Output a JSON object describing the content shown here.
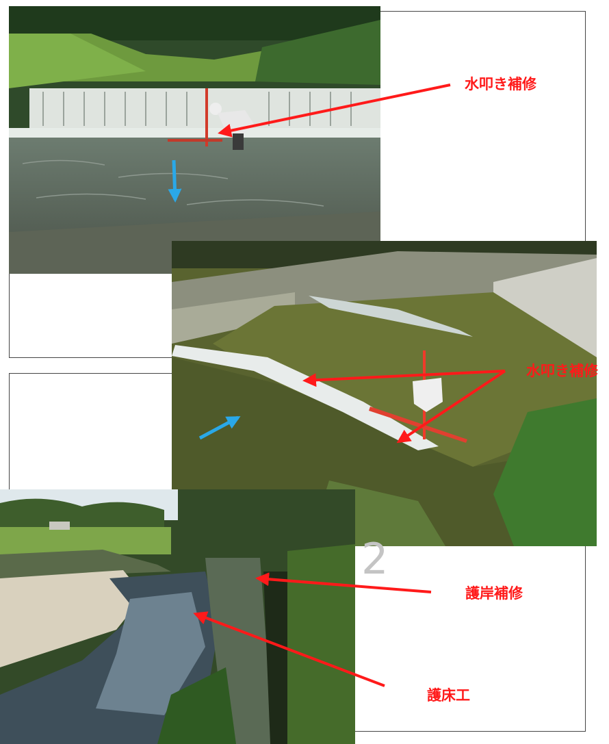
{
  "photo1": {
    "label": "水叩き補修"
  },
  "photo2": {
    "label": "水叩き補修"
  },
  "photo3": {
    "label_upper": "護岸補修",
    "label_lower": "護床工"
  },
  "page_number": "2",
  "colors": {
    "annotation_red": "#ff1a1a",
    "flow_arrow_blue": "#2aa8e8"
  }
}
